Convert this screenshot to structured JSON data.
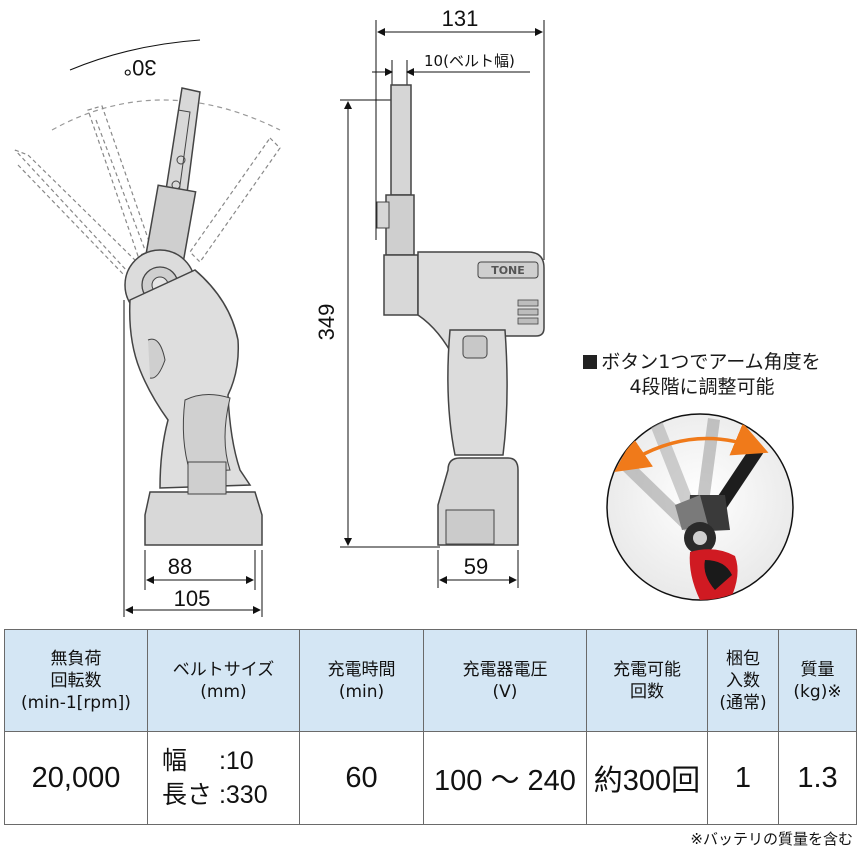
{
  "dimensions": {
    "side_width": "131",
    "belt_width": "10(ベルト幅)",
    "height": "349",
    "base_width": "59",
    "grip_width": "88",
    "overall_width": "105",
    "arm_angle": "30°"
  },
  "brand_label": "TONE",
  "caption": {
    "line1": "ボタン1つでアーム角度を",
    "line2": "4段階に調整可能"
  },
  "table": {
    "headers": [
      [
        "無負荷",
        "回転数",
        "(min-1[rpm])"
      ],
      [
        "ベルトサイズ",
        "(mm)"
      ],
      [
        "充電時間",
        "(min)"
      ],
      [
        "充電器電圧",
        "(V)"
      ],
      [
        "充電可能",
        "回数"
      ],
      [
        "梱包",
        "入数",
        "(通常)"
      ],
      [
        "質量",
        "(kg)※"
      ]
    ],
    "values": {
      "rpm": "20,000",
      "belt_width": "幅　 :10",
      "belt_length": "長さ :330",
      "charge_time": "60",
      "voltage": "100 ～ 240",
      "charge_count": "約300回",
      "pack": "1",
      "mass": "1.3"
    }
  },
  "footnote": "※バッテリの質量を含む",
  "colors": {
    "header_bg": "#d4e6f4",
    "accent_arrow": "#f07a1a",
    "tool_red": "#d01a22"
  }
}
